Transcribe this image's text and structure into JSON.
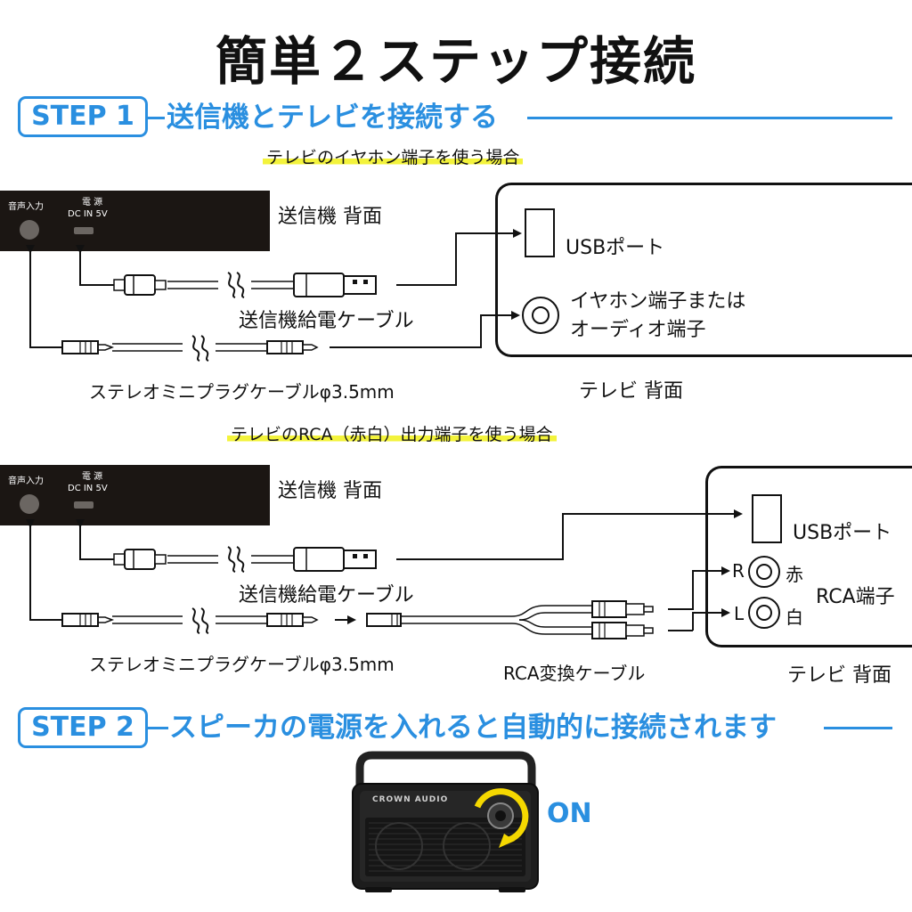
{
  "title": "簡単２ステップ接続",
  "step1": {
    "badge": "STEP 1",
    "text": "送信機とテレビを接続する"
  },
  "step2": {
    "badge": "STEP 2",
    "text": "スピーカの電源を入れると自動的に接続されます"
  },
  "case1": {
    "heading": "テレビのイヤホン端子を使う場合",
    "transmitter_label": "送信機 背面",
    "port_audio": "音声入力",
    "port_power": "電 源",
    "port_dc": "DC IN 5V",
    "power_cable": "送信機給電ケーブル",
    "stereo_cable": "ステレオミニプラグケーブルφ3.5mm",
    "usb_port": "USBポート",
    "earphone_port_line1": "イヤホン端子または",
    "earphone_port_line2": "オーディオ端子",
    "tv_back": "テレビ 背面"
  },
  "case2": {
    "heading": "テレビのRCA（赤白）出力端子を使う場合",
    "transmitter_label": "送信機 背面",
    "port_audio": "音声入力",
    "port_power": "電 源",
    "port_dc": "DC IN 5V",
    "power_cable": "送信機給電ケーブル",
    "stereo_cable": "ステレオミニプラグケーブルφ3.5mm",
    "rca_cable": "RCA変換ケーブル",
    "usb_port": "USBポート",
    "rca_r": "R",
    "rca_l": "L",
    "rca_red": "赤",
    "rca_white": "白",
    "rca_port": "RCA端子",
    "tv_back": "テレビ 背面"
  },
  "speaker": {
    "brand": "CROWN AUDIO",
    "on_label": "ON"
  },
  "colors": {
    "accent": "#2a8fe0",
    "highlight": "#f3f33c",
    "device": "#1b1613",
    "knob_arrow": "#f5d800"
  }
}
